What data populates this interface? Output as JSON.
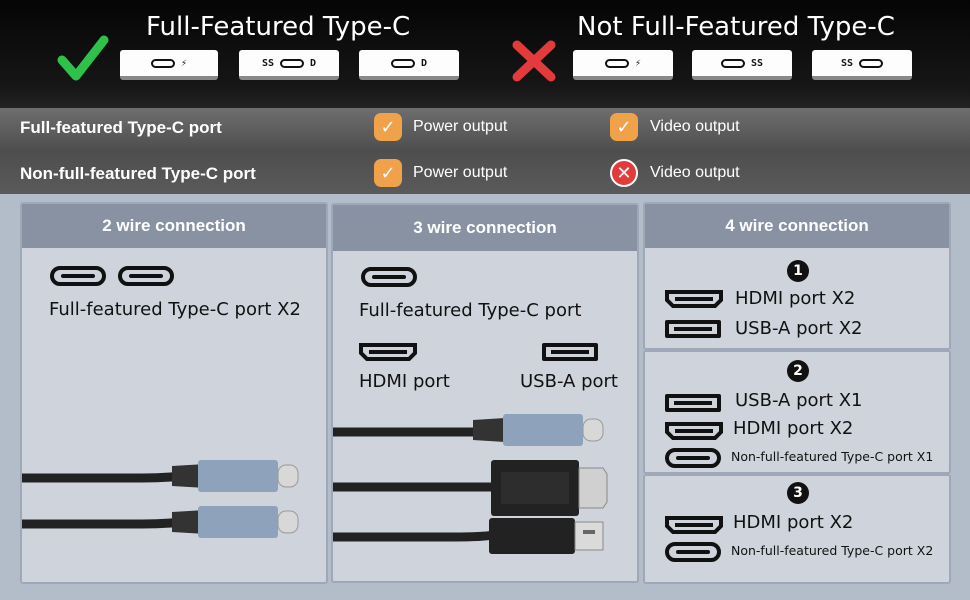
{
  "header": {
    "full_title": "Full-Featured Type-C",
    "not_full_title": "Not Full-Featured Type-C",
    "check_icon": "check-icon",
    "cross_icon": "cross-icon",
    "card_glyphs": {
      "ss": "SS",
      "bolt": "⚡",
      "dp": "D"
    }
  },
  "features": {
    "rows": [
      {
        "label": "Full-featured Type-C port",
        "power": "Power output",
        "video": "Video output"
      },
      {
        "label": "Non-full-featured Type-C port",
        "power": "Power output",
        "video": "Video output"
      }
    ],
    "colors": {
      "ok": "#f0a24a",
      "bad": "#e23b3b"
    }
  },
  "panels": {
    "two_wire": {
      "title": "2 wire connection",
      "port_label": "Full-featured Type-C port X2"
    },
    "three_wire": {
      "title": "3 wire connection",
      "port_label": "Full-featured Type-C port",
      "hdmi_label": "HDMI port",
      "usba_label": "USB-A port"
    },
    "four_wire": {
      "title": "4 wire connection",
      "options": [
        {
          "num": "1",
          "lines": [
            "HDMI port X2",
            "USB-A port X2"
          ]
        },
        {
          "num": "2",
          "lines": [
            "USB-A port X1",
            "HDMI port X2",
            "Non-full-featured Type-C port X1"
          ]
        },
        {
          "num": "3",
          "lines": [
            "HDMI port X2",
            "Non-full-featured Type-C port X2"
          ]
        }
      ]
    }
  }
}
